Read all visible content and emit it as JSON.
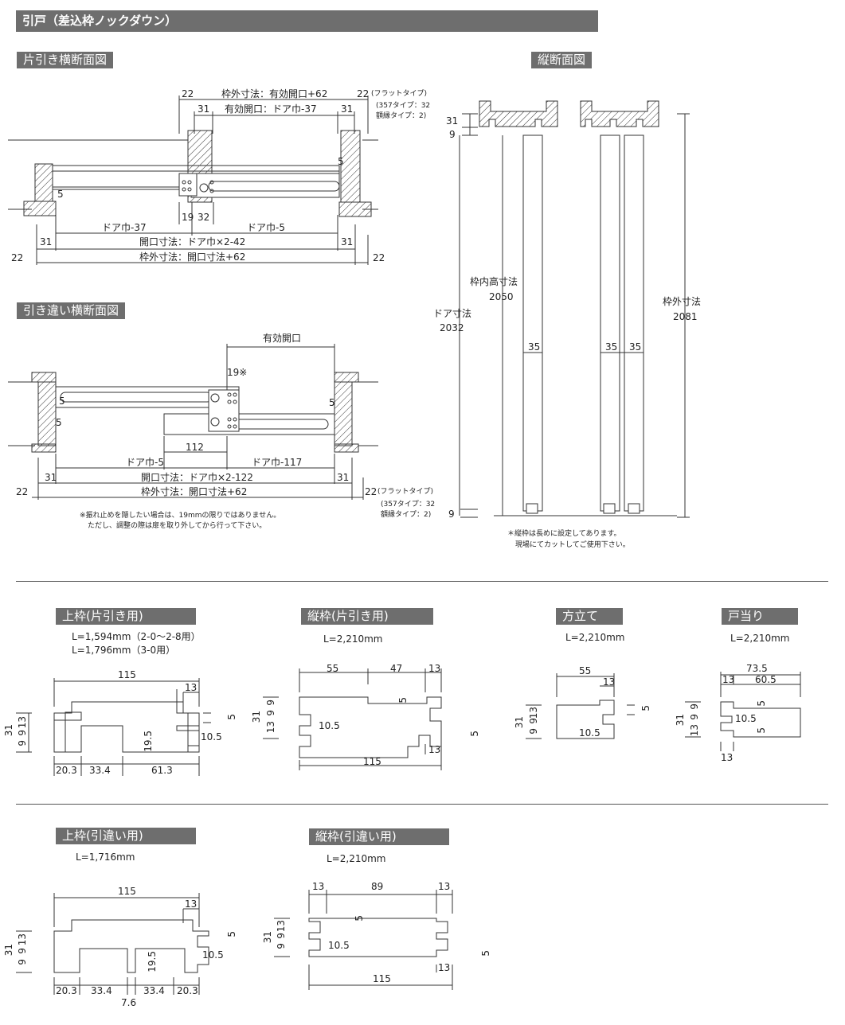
{
  "title": "引戸（差込枠ノックダウン）",
  "sections": {
    "single_cross": "片引き横断面図",
    "double_cross": "引き違い横断面図",
    "vertical": "縦断面図"
  },
  "single": {
    "top_outer": "枠外寸法：有効開口+62",
    "top_open": "有効開口：ドア巾-37",
    "d22": "22",
    "d31": "31",
    "flat": "(フラットタイプ)",
    "t357": "(357タイプ：32",
    "frame": "額縁タイプ：2)",
    "d5": "5",
    "d19": "19",
    "d32": "32",
    "door37": "ドア巾-37",
    "door5": "ドア巾-5",
    "open": "開口寸法：ドア巾×2-42",
    "outer": "枠外寸法：開口寸法+62"
  },
  "double": {
    "effective": "有効開口",
    "d19s": "19※",
    "d5": "5",
    "d112": "112",
    "door5": "ドア巾-5",
    "door117": "ドア巾-117",
    "d31": "31",
    "d22": "22",
    "open": "開口寸法：ドア巾×2-122",
    "outer": "枠外寸法：開口寸法+62",
    "flat": "(フラットタイプ)",
    "t357": "(357タイプ：32",
    "frame": "額縁タイプ：2)",
    "note1": "※振れ止めを隠したい場合は、19mmの限りではありません。",
    "note2": "ただし、調整の際は扉を取り外してから行って下さい。"
  },
  "vertical": {
    "d31": "31",
    "d9": "9",
    "inner_label": "枠内高寸法",
    "inner_val": "2050",
    "door_label": "ドア寸法",
    "door_val": "2032",
    "outer_label": "枠外寸法",
    "outer_val": "2081",
    "d35": "35",
    "note1": "＊縦枠は長めに設定してあります。",
    "note2": "現場にてカットしてご使用下さい。"
  },
  "parts": {
    "top_single": {
      "title": "上枠(片引き用)",
      "len1": "L=1,594mm（2-0〜2-8用）",
      "len2": "L=1,796mm（3-0用）",
      "w": "115",
      "d13": "13",
      "d5": "5",
      "d31": "31",
      "d9": "9",
      "h19": "19.5",
      "d105": "10.5",
      "b1": "20.3",
      "b2": "33.4",
      "b3": "61.3"
    },
    "side_single": {
      "title": "縦枠(片引き用)",
      "len": "L=2,210mm",
      "w": "115",
      "a": "55",
      "b": "47",
      "d13": "13",
      "d5": "5",
      "d31": "31",
      "d9": "9",
      "d105": "10.5"
    },
    "mullion": {
      "title": "方立て",
      "len": "L=2,210mm",
      "a": "55",
      "d13": "13",
      "d5": "5",
      "d31": "31",
      "d9": "9",
      "d105": "10.5"
    },
    "stop": {
      "title": "戸当り",
      "len": "L=2,210mm",
      "a": "73.5",
      "b": "60.5",
      "d13": "13",
      "d5": "5",
      "d31": "31",
      "d9": "9",
      "d105": "10.5"
    },
    "top_double": {
      "title": "上枠(引違い用)",
      "len": "L=1,716mm",
      "w": "115",
      "d13": "13",
      "d5": "5",
      "d31": "31",
      "d9": "9",
      "h19": "19.5",
      "d105": "10.5",
      "b1": "20.3",
      "b2": "33.4",
      "b3": "33.4",
      "b4": "20.3",
      "b5": "7.6"
    },
    "side_double": {
      "title": "縦枠(引違い用)",
      "len": "L=2,210mm",
      "w": "115",
      "a": "13",
      "b": "89",
      "c": "13",
      "d13": "13",
      "d5": "5",
      "d31": "31",
      "d9": "9",
      "d105": "10.5"
    }
  }
}
